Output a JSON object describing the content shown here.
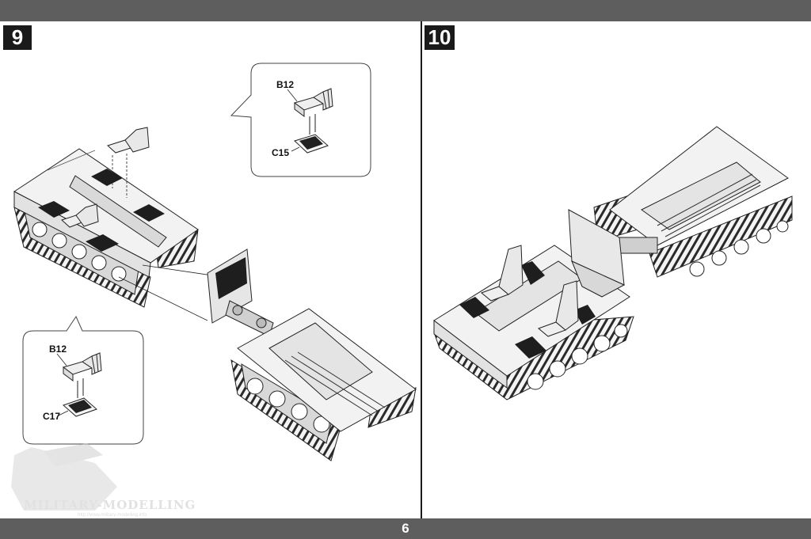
{
  "header": {
    "bar_color": "#5e5e5e"
  },
  "steps": [
    {
      "number": "9"
    },
    {
      "number": "10"
    }
  ],
  "callouts": {
    "top": {
      "part_a": "B12",
      "part_b": "C15"
    },
    "bottom": {
      "part_a": "B12",
      "part_b": "C17"
    }
  },
  "watermark": {
    "text": "MILITARY-MODELLING",
    "url": "http://www.military-modelling.info"
  },
  "footer": {
    "page_number": "6"
  },
  "colors": {
    "bar": "#5e5e5e",
    "ink": "#1a1a1a",
    "panel": "#f2f2f2",
    "dark": "#1e1e1e"
  }
}
